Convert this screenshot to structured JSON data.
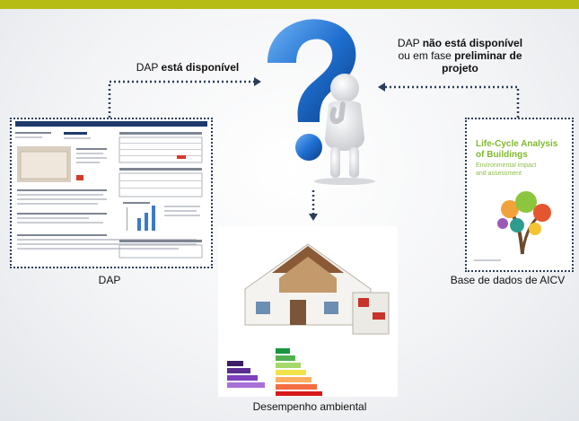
{
  "labels": {
    "dap_available": {
      "prefix": "DAP ",
      "bold": "está disponível"
    },
    "dap_unavailable": {
      "line1_prefix": "DAP ",
      "line1_bold": "não está disponível",
      "line2_prefix": "ou em fase ",
      "line2_bold": "preliminar de",
      "line3_bold": "projeto"
    },
    "dap_caption": "DAP",
    "database_caption": "Base de dados de AICV",
    "performance_caption": "Desempenho ambiental"
  },
  "book": {
    "title_line1": "Life-Cycle Analysis",
    "title_line2": "of Buildings",
    "subtitle_line1": "Environmental impact",
    "subtitle_line2": "and assessment"
  },
  "colors": {
    "top_bar": "#b6bc14",
    "connector": "#2b3d5b",
    "question_mark": "#1e6fd0",
    "book_title": "#7fb92d"
  }
}
